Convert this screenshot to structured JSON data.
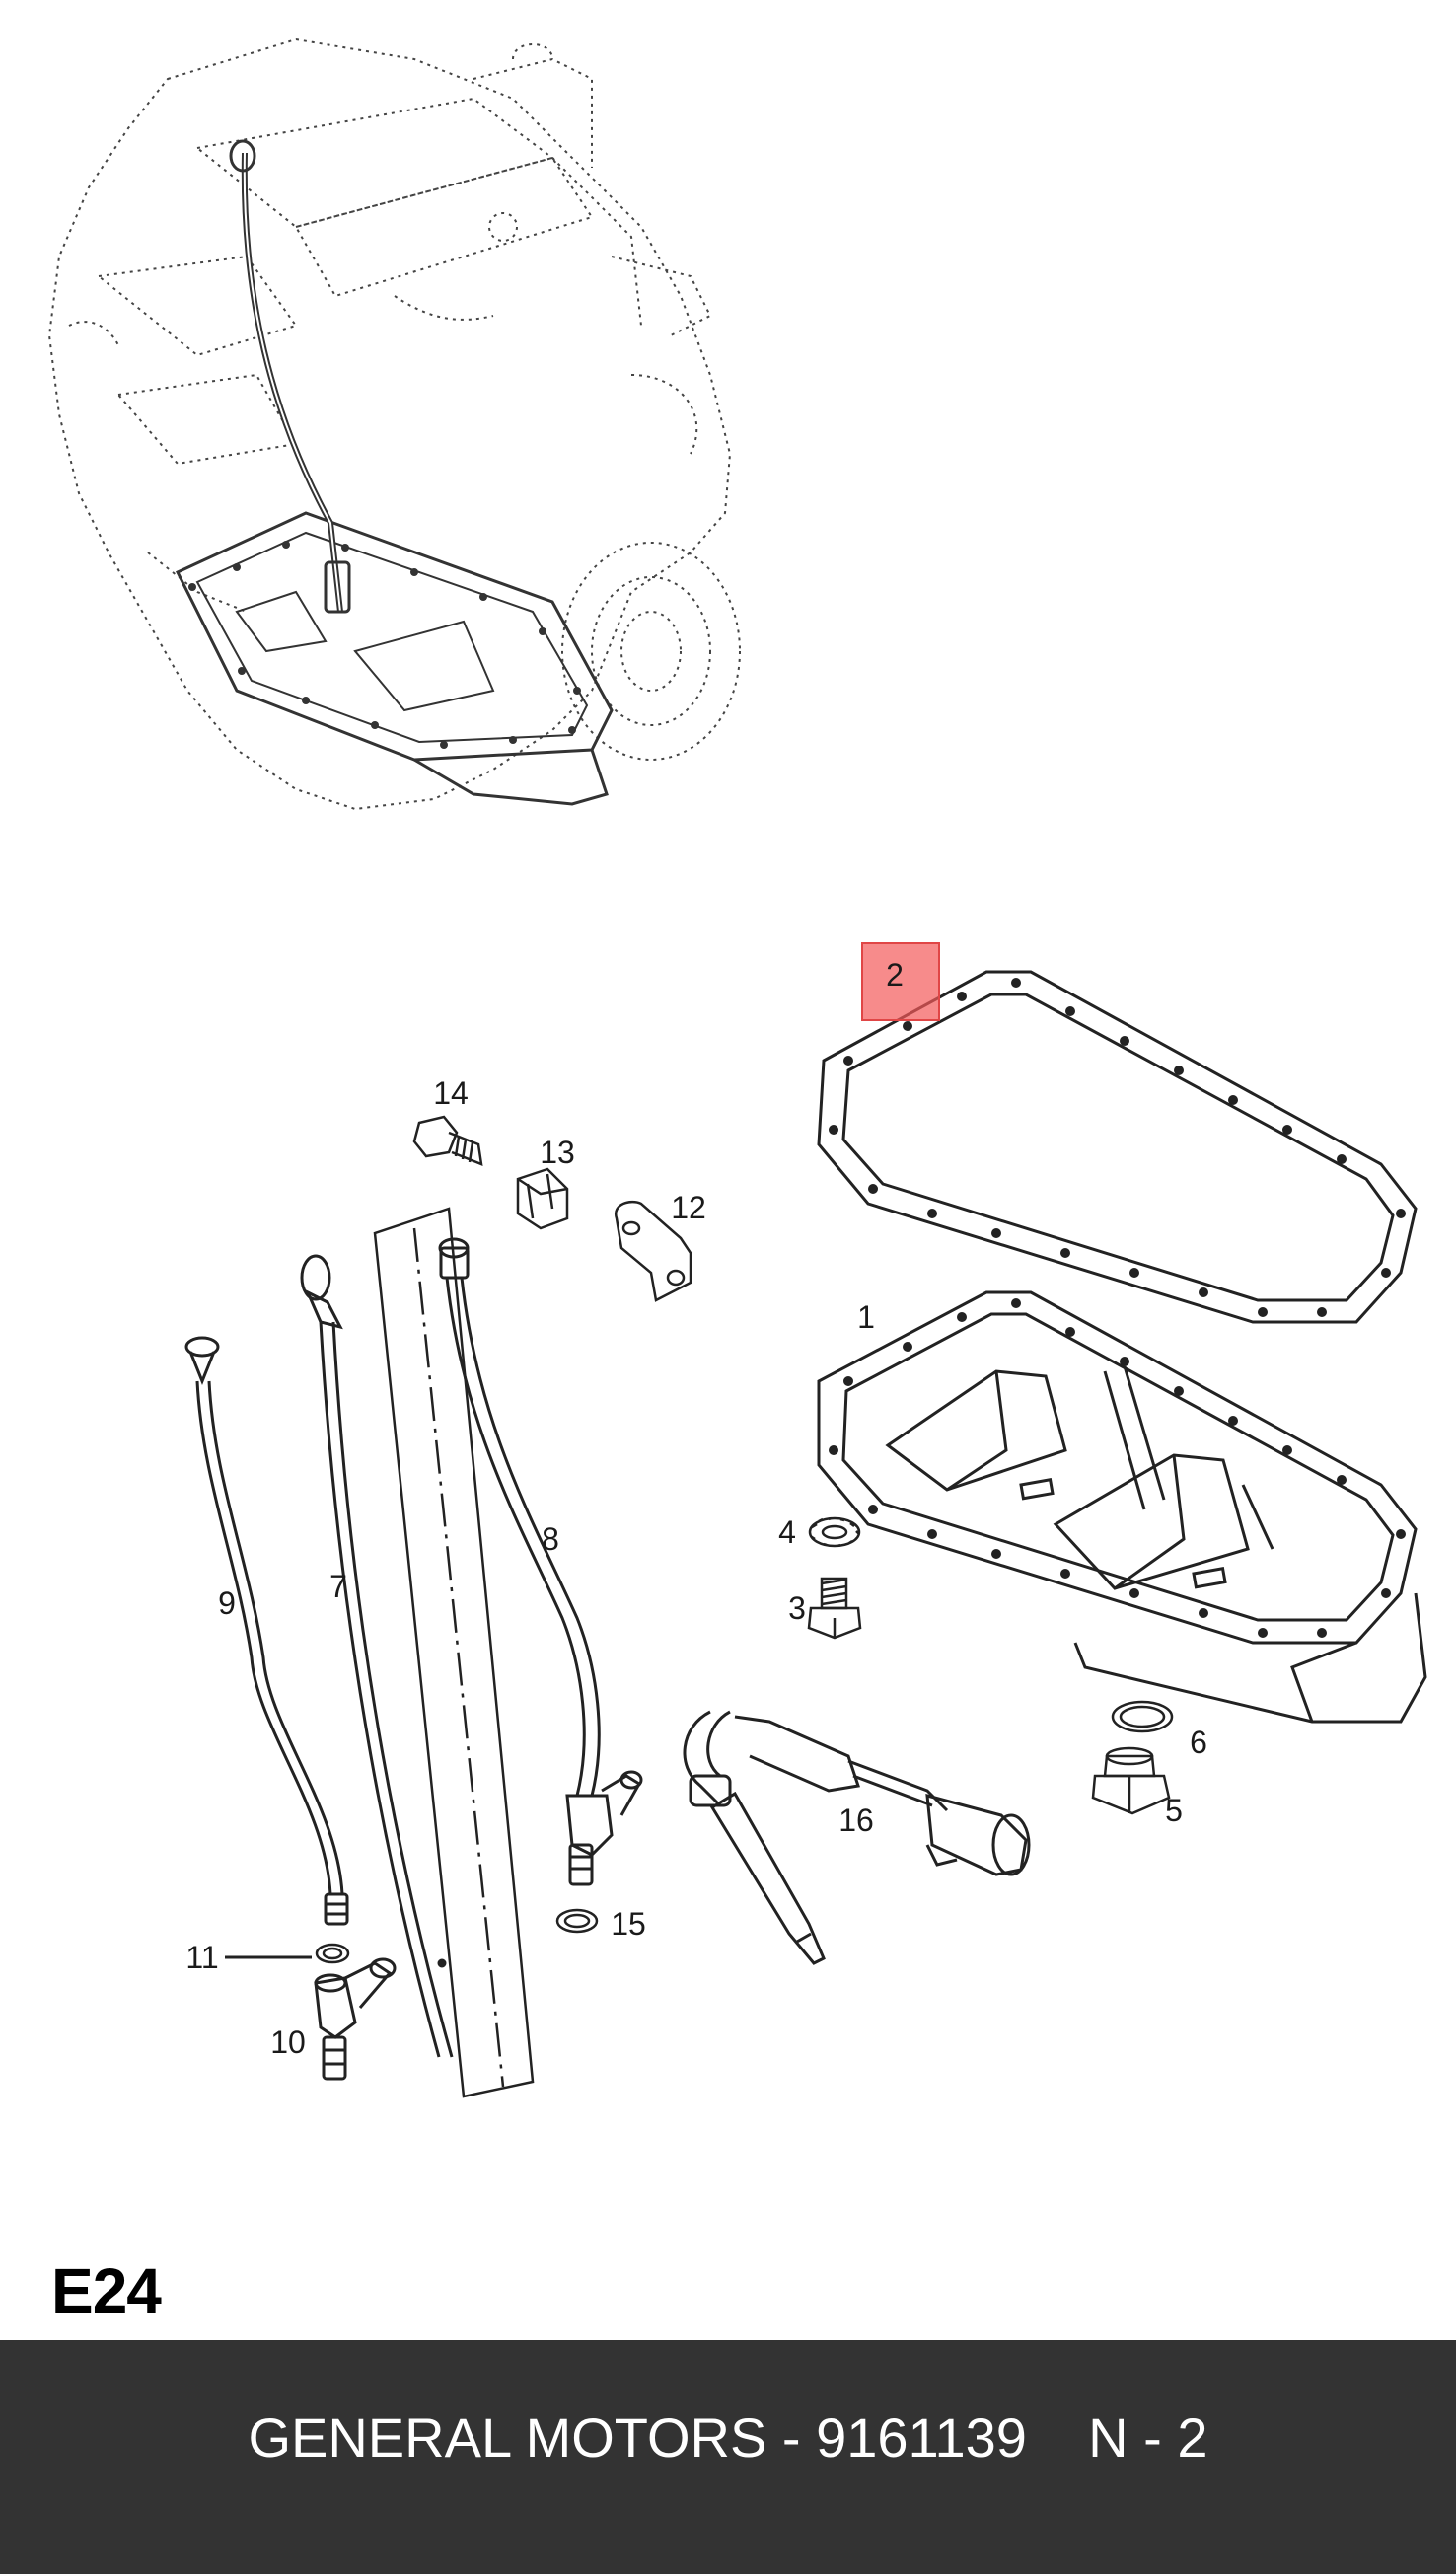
{
  "diagram": {
    "callouts": {
      "c1": "1",
      "c2": "2",
      "c3": "3",
      "c4": "4",
      "c5": "5",
      "c6": "6",
      "c7": "7",
      "c8": "8",
      "c9": "9",
      "c10": "10",
      "c11": "11",
      "c12": "12",
      "c13": "13",
      "c14": "14",
      "c15": "15",
      "c16": "16"
    },
    "highlighted_part": "2",
    "highlight_color": "#f35a5a",
    "page_code": "E24"
  },
  "footer": {
    "text": "GENERAL MOTORS - 9161139    N - 2",
    "background": "#333333"
  }
}
